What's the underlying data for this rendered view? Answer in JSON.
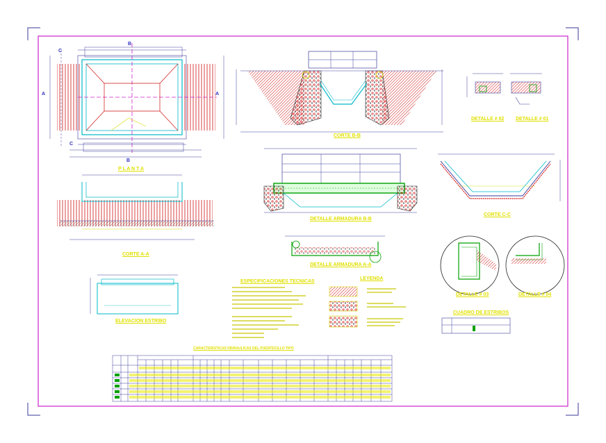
{
  "labels": {
    "planta": "P L A N T A",
    "corte_aa": "CORTE A-A",
    "elevacion_estribo": "ELEVACION ESTRIBO",
    "corte_bb": "CORTE B-B",
    "detalle_armadura_bb": "DETALLE ARMADURA B-B",
    "detalle_armadura_aa": "DETALLE ARMADURA A-A",
    "detalle_02": "DETALLE # 02",
    "detalle_01": "DETALLE # 01",
    "corte_cc": "CORTE C-C",
    "detalle_03": "DETALLE # 03",
    "detalle_04": "DETALLE # 04",
    "especificaciones": "ESPECIFICACIONES TECNICAS",
    "leyenda": "LEYENDA",
    "cuadro_estribos": "CUADRO DE ESTRIBOS",
    "tabla_titulo": "CARACTERISTICAS HIDRAULICAS DEL PUENTECILLO TIPO",
    "section_a": "A",
    "section_b": "B",
    "section_c": "C"
  },
  "table": {
    "rows": 5
  },
  "colors": {
    "border": "#cc22cc",
    "outline": "#3a3a9a",
    "cyan": "#00b8c8",
    "green": "#00a000",
    "yellow": "#d8d800",
    "red": "#d01010",
    "magenta": "#cc22cc"
  }
}
